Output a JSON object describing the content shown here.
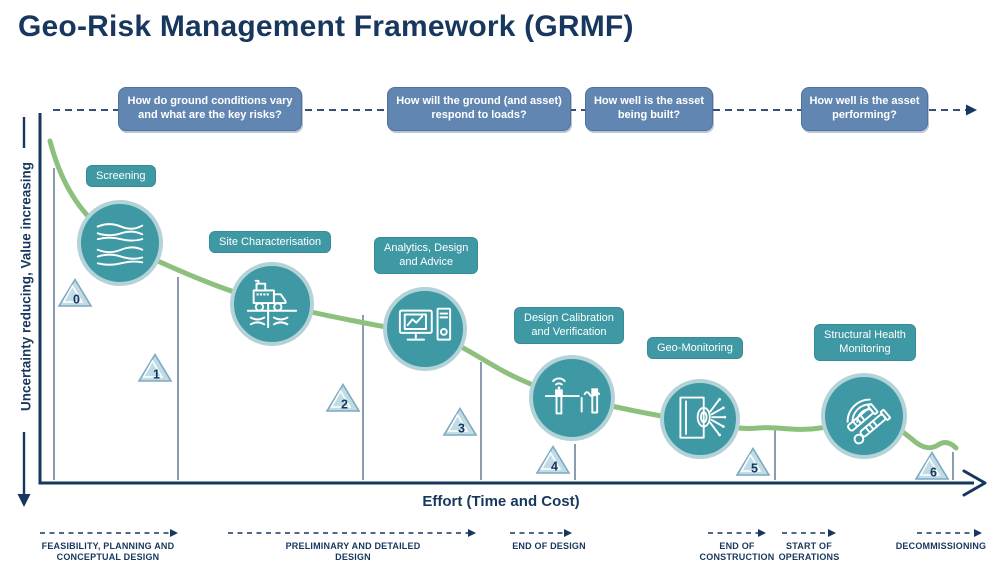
{
  "title": "Geo-Risk Management Framework (GRMF)",
  "axes": {
    "y_label": "Uncertainty reducing, Value increasing",
    "x_label": "Effort (Time and Cost)"
  },
  "questions": [
    "How do ground conditions vary\nand what are the key risks?",
    "How will the ground (and asset)\nrespond to loads?",
    "How well is the asset\nbeing built?",
    "How well is the asset\nperforming?"
  ],
  "stages": [
    {
      "label": "Screening",
      "icon": "ground-layers-icon"
    },
    {
      "label": "Site Characterisation",
      "icon": "drill-rig-truck-icon"
    },
    {
      "label": "Analytics, Design\nand Advice",
      "icon": "computer-analytics-icon"
    },
    {
      "label": "Design Calibration\nand Verification",
      "icon": "instrumented-piles-icon"
    },
    {
      "label": "Geo-Monitoring",
      "icon": "sensor-scan-icon"
    },
    {
      "label": "Structural Health\nMonitoring",
      "icon": "strain-gauge-icon"
    }
  ],
  "milestones": [
    "0",
    "1",
    "2",
    "3",
    "4",
    "5",
    "6"
  ],
  "phases": [
    "FEASIBILITY, PLANNING AND\nCONCEPTUAL DESIGN",
    "PRELIMINARY AND DETAILED\nDESIGN",
    "END OF DESIGN",
    "END OF\nCONSTRUCTION",
    "START OF\nOPERATIONS",
    "DECOMMISSIONING"
  ],
  "colors": {
    "navy": "#17375e",
    "teal": "#3f99a4",
    "teal_ring": "#b3d3d8",
    "curve_green": "#8dc07d",
    "question_box_blue": "#6286b2",
    "triangle_fill": "#c0dce6",
    "triangle_border": "#7ea9bf"
  }
}
